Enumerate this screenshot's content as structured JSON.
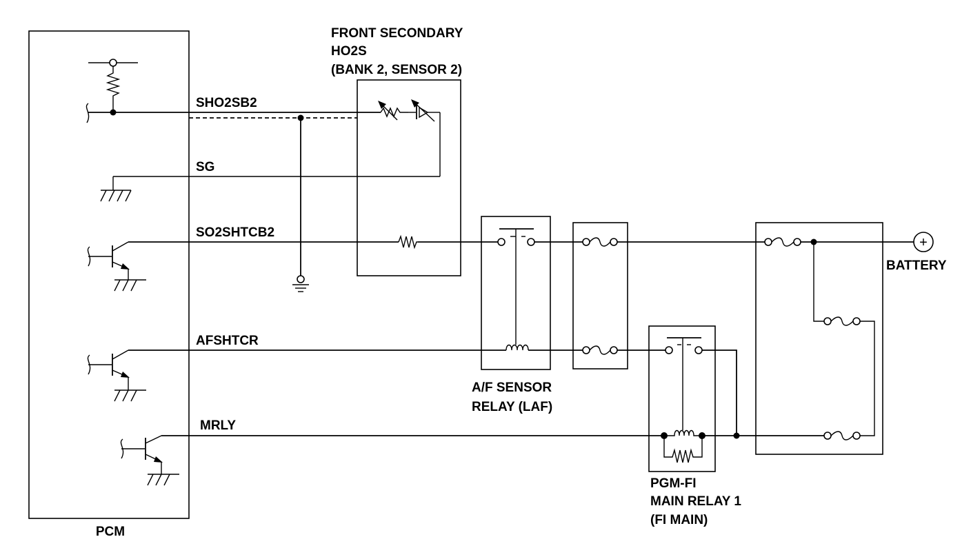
{
  "labels": {
    "pcm": "PCM",
    "ho2s_title": [
      "FRONT SECONDARY",
      "HO2S",
      "(BANK 2, SENSOR 2)"
    ],
    "sho2sb2": "SHO2SB2",
    "sg": "SG",
    "so2shtcb2": "SO2SHTCB2",
    "afshtcr": "AFSHTCR",
    "mrly": "MRLY",
    "af_relay": [
      "A/F SENSOR",
      "RELAY (LAF)"
    ],
    "main_relay": [
      "PGM-FI",
      "MAIN RELAY 1",
      "(FI MAIN)"
    ],
    "battery": "BATTERY",
    "battery_symbol": "+"
  }
}
